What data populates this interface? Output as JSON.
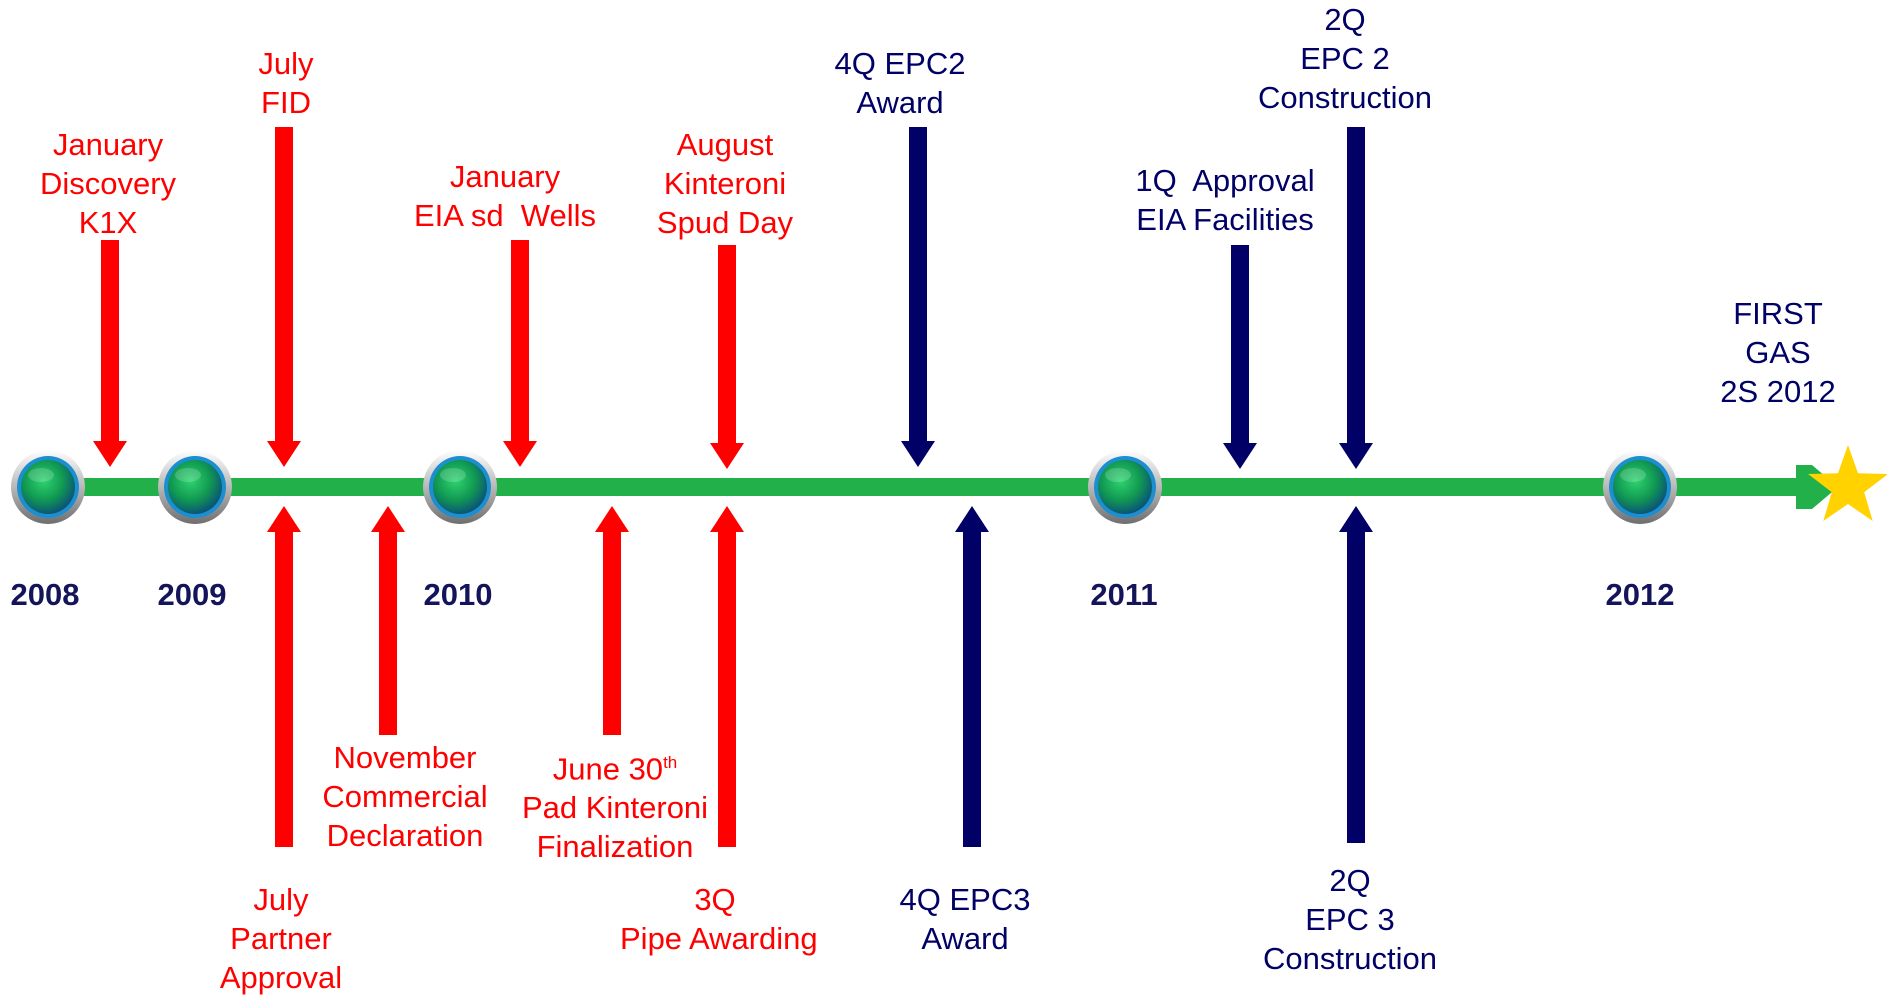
{
  "colors": {
    "timeline": "#22b04b",
    "red": "#ff0000",
    "navy": "#000066",
    "star": "#ffd200"
  },
  "years": [
    "2008",
    "2009",
    "2010",
    "2011",
    "2012"
  ],
  "final_milestone": {
    "lines": [
      "FIRST",
      "GAS",
      "2S 2012"
    ],
    "icon": "star-icon"
  },
  "events": [
    {
      "id": "discovery-k1x",
      "color": "red",
      "lines": [
        "January",
        "Discovery",
        "K1X"
      ]
    },
    {
      "id": "july-fid",
      "color": "red",
      "lines": [
        "July",
        "FID"
      ]
    },
    {
      "id": "eia-sd-wells",
      "color": "red",
      "lines": [
        "January",
        "EIA sd  Wells"
      ]
    },
    {
      "id": "kinteroni-spud-day",
      "color": "red",
      "lines": [
        "August",
        "Kinteroni",
        "Spud Day"
      ]
    },
    {
      "id": "epc2-award",
      "color": "navy",
      "lines": [
        "4Q EPC2",
        "Award"
      ]
    },
    {
      "id": "approval-eia-facilities",
      "color": "navy",
      "lines": [
        "1Q  Approval",
        "EIA Facilities"
      ]
    },
    {
      "id": "epc2-construction",
      "color": "navy",
      "lines": [
        "2Q",
        "EPC 2",
        "Construction"
      ]
    },
    {
      "id": "partner-approval",
      "color": "red",
      "lines": [
        "July",
        "Partner",
        "Approval"
      ]
    },
    {
      "id": "commercial-declaration",
      "color": "red",
      "lines": [
        "November",
        "Commercial",
        "Declaration"
      ]
    },
    {
      "id": "pad-kinteroni-finalization",
      "color": "red",
      "lines": [
        "June 30th",
        "Pad Kinteroni",
        "Finalization"
      ],
      "superscript": "th"
    },
    {
      "id": "pipe-awarding",
      "color": "red",
      "lines": [
        "3Q",
        "Pipe Awarding"
      ]
    },
    {
      "id": "epc3-award",
      "color": "navy",
      "lines": [
        "4Q EPC3",
        "Award"
      ]
    },
    {
      "id": "epc3-construction",
      "color": "navy",
      "lines": [
        "2Q",
        "EPC 3",
        "Construction"
      ]
    }
  ]
}
